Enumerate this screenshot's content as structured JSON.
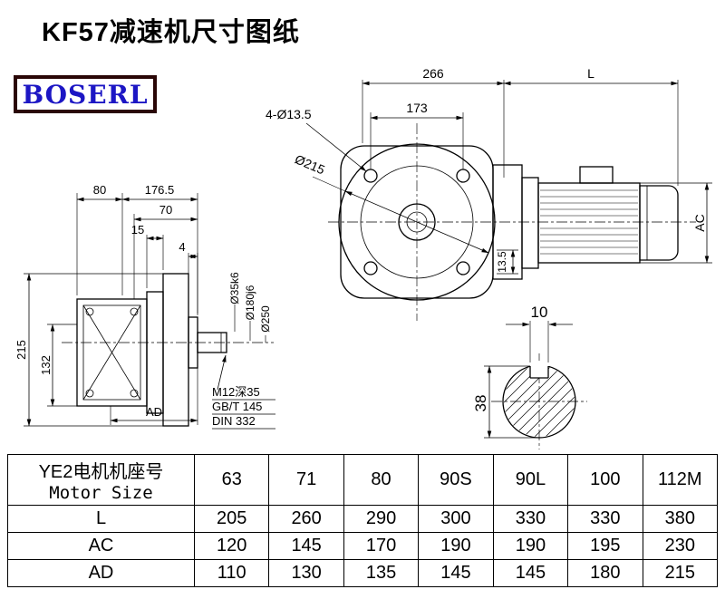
{
  "title": "KF57减速机尺寸图纸",
  "logo": "BOSERL",
  "side_view": {
    "d80": "80",
    "d176_5": "176.5",
    "d70": "70",
    "d15": "15",
    "d4": "4",
    "d215": "215",
    "d132": "132",
    "dAD": "AD",
    "shaft_dia": "Ø35k6",
    "spigot_dia": "Ø180j6",
    "flange_dia": "Ø250",
    "thread_note": "M12深35",
    "std_gb": "GB/T 145",
    "std_din": "DIN 332"
  },
  "front_view": {
    "d266": "266",
    "dL": "L",
    "d173": "173",
    "holes": "4-Ø13.5",
    "flange_circle": "Ø215",
    "dAC": "AC",
    "d13_5": "13.5"
  },
  "shaft_view": {
    "d10": "10",
    "d38": "38"
  },
  "table": {
    "header_cn": "YE2电机机座号",
    "header_en": "Motor Size",
    "motor_sizes": [
      "63",
      "71",
      "80",
      "90S",
      "90L",
      "100",
      "112M"
    ],
    "rows": [
      {
        "label": "L",
        "values": [
          "205",
          "260",
          "290",
          "300",
          "330",
          "330",
          "380"
        ]
      },
      {
        "label": "AC",
        "values": [
          "120",
          "145",
          "170",
          "190",
          "190",
          "195",
          "230"
        ]
      },
      {
        "label": "AD",
        "values": [
          "110",
          "130",
          "135",
          "145",
          "145",
          "180",
          "215"
        ]
      }
    ]
  }
}
